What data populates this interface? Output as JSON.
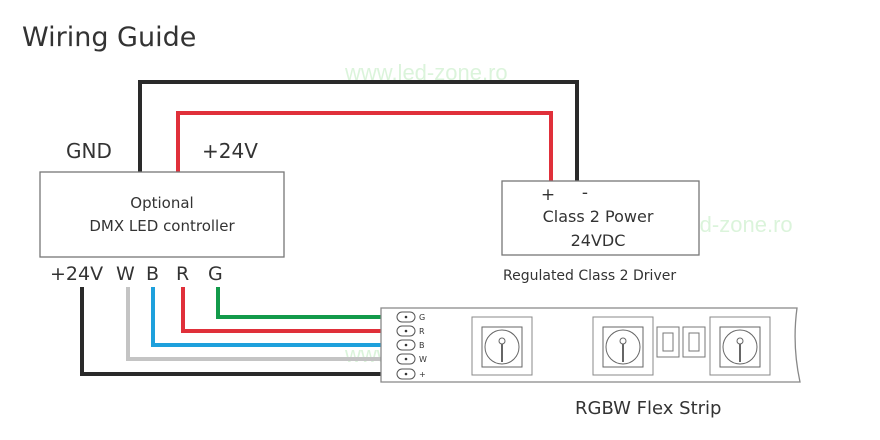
{
  "title": "Wiring Guide",
  "watermark": "www.led-zone.ro",
  "controller": {
    "line1": "Optional",
    "line2": "DMX LED controller",
    "top_gnd": "GND",
    "top_v": "+24V",
    "bottom_labels": [
      "+24V",
      "W",
      "B",
      "R",
      "G"
    ]
  },
  "power": {
    "plus": "+",
    "minus": "-",
    "line1": "Class 2 Power",
    "line2": "24VDC",
    "caption": "Regulated Class 2 Driver"
  },
  "strip": {
    "pins": [
      "G",
      "R",
      "B",
      "W",
      "+"
    ],
    "caption": "RGBW Flex Strip"
  },
  "colors": {
    "gnd": "#2a2a2a",
    "v24": "#e0303a",
    "green": "#129a4a",
    "red": "#e0303a",
    "blue": "#1ea0dc",
    "white": "#c4c4c4",
    "black": "#2a2a2a"
  }
}
